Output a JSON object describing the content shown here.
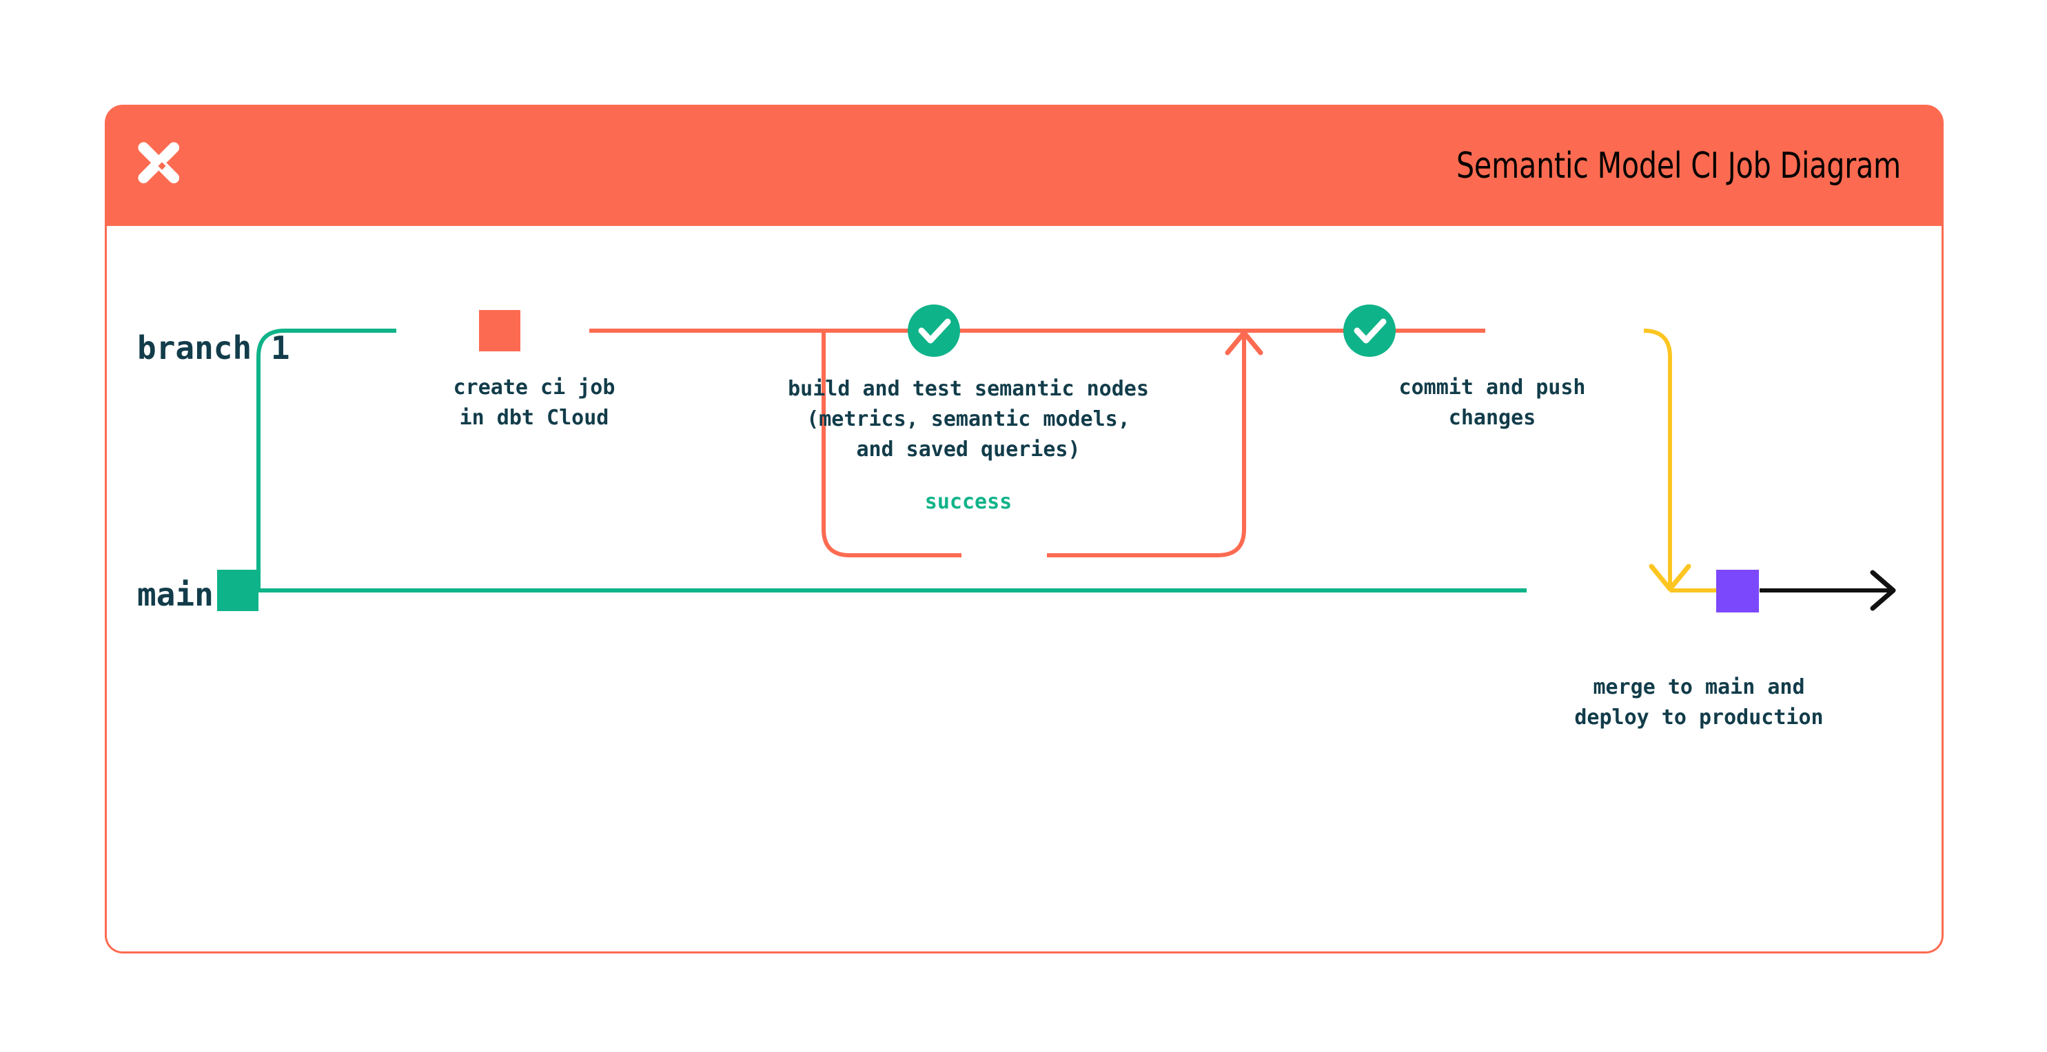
{
  "header": {
    "title": "Semantic Model CI Job Diagram",
    "logo_icon": "dbt-logo-icon",
    "background_color": "#FC6B51",
    "title_color": "#000000"
  },
  "card": {
    "border_color": "#FC6B51",
    "background_color": "#FFFFFF"
  },
  "diagram": {
    "type": "git-branch-flow",
    "lanes": [
      {
        "id": "branch1",
        "label": "branch 1",
        "line_color": "#FC6B51"
      },
      {
        "id": "main",
        "label": "main",
        "line_color": "#0FB389"
      }
    ],
    "nodes": [
      {
        "id": "create-ci-job",
        "lane": "branch1",
        "marker": "square",
        "marker_color": "#FC6B51",
        "caption": "create ci job\nin dbt Cloud"
      },
      {
        "id": "build-and-test",
        "lane": "branch1",
        "marker": "check-circle",
        "marker_color": "#0FB389",
        "caption": "build and test semantic nodes\n(metrics, semantic models,\nand saved queries)"
      },
      {
        "id": "commit-and-push",
        "lane": "branch1",
        "marker": "check-circle",
        "marker_color": "#0FB389",
        "caption": "commit and push\nchanges"
      },
      {
        "id": "merge-to-main",
        "lane": "main",
        "marker": "square",
        "marker_color": "#7C48FB",
        "caption": "merge to main and\ndeploy to production"
      }
    ],
    "edges": [
      {
        "id": "success-loop",
        "label": "success",
        "label_color": "#0FB389",
        "line_color": "#FC6B51",
        "arrow": "up"
      },
      {
        "id": "merge-edge",
        "line_color": "#FCC521",
        "arrow": "down"
      },
      {
        "id": "main-continues",
        "line_color": "#111111",
        "arrow": "right"
      }
    ],
    "colors": {
      "orange": "#FC6B51",
      "green": "#0FB389",
      "yellow": "#FCC521",
      "purple": "#7C48FB",
      "navy": "#123C4A",
      "black": "#111111"
    }
  }
}
